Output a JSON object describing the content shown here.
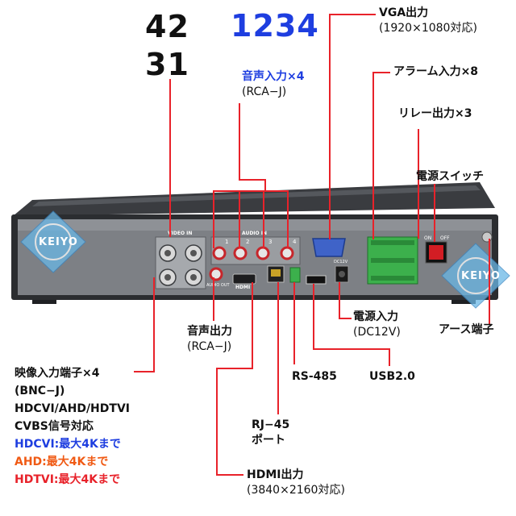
{
  "colors": {
    "callout_line": "#e8222a",
    "blue_text": "#1e3ee0",
    "orange_text": "#f05a14",
    "red_text": "#e8222a",
    "chassis": "#2b2d30",
    "panel": "#7d8085",
    "alarm_block": "#3cb04c"
  },
  "channel_numbers": {
    "video_row_top": "42",
    "video_row_bottom": "31",
    "audio_inputs": "1234"
  },
  "callouts": {
    "audio_in": {
      "title": "音声入力×4",
      "sub": "(RCA−J)"
    },
    "vga": {
      "title": "VGA出力",
      "sub": "(1920×1080対応)"
    },
    "alarm_in": {
      "title": "アラーム入力×8"
    },
    "relay_out": {
      "title": "リレー出力×3"
    },
    "power_switch": {
      "title": "電源スイッチ"
    },
    "audio_out": {
      "title": "音声出力",
      "sub": "(RCA−J)"
    },
    "power_in": {
      "title": "電源入力",
      "sub": "(DC12V)"
    },
    "ground": {
      "title": "アース端子"
    },
    "rs485": {
      "title": "RS-485"
    },
    "usb": {
      "title": "USB2.0"
    },
    "rj45": {
      "title": "RJ−45",
      "sub": "ポート"
    },
    "hdmi": {
      "title": "HDMI出力",
      "sub": "(3840×2160対応)"
    },
    "video_in": {
      "line1": "映像入力端子×4",
      "line2": "(BNC−J)",
      "line3": "HDCVI/AHD/HDTVI",
      "line4": "CVBS信号対応",
      "hdcvi": "HDCVI:最大4Kまで",
      "ahd": "AHD:最大4Kまで",
      "hdtvi": "HDTVI:最大4Kまで"
    }
  },
  "panel_silkscreen": {
    "video_in": "VIDEO IN",
    "audio_in": "AUDIO IN",
    "audio_out": "AUDIO OUT",
    "hdmi": "HDMI",
    "on": "ON",
    "off": "OFF",
    "dc": "DC12V",
    "audio_ch": [
      "1",
      "2",
      "3",
      "4"
    ]
  },
  "watermark": "KEIYO"
}
